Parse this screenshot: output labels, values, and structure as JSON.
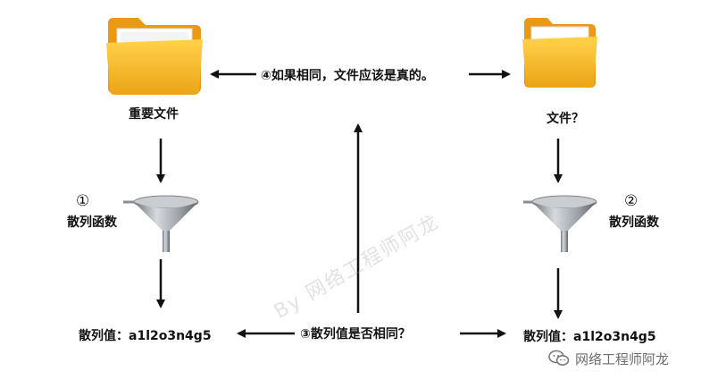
{
  "left": {
    "file_label": "重要文件",
    "step_number": "①",
    "hash_function_label": "散列函数",
    "hash_value_label": "散列值：a1l2o3n4g5"
  },
  "right": {
    "file_label": "文件？",
    "step_number": "②",
    "hash_function_label": "散列函数",
    "hash_value_label": "散列值：a1l2o3n4g5"
  },
  "compare_label": "③散列值是否相同？",
  "conclusion_label": "④如果相同，文件应该是真的。",
  "watermark": "By 网络工程师阿龙",
  "brand": {
    "icon": "wechat-icon",
    "name": "网络工程师阿龙"
  },
  "colors": {
    "folder_front": "#f3b323",
    "folder_back": "#e89a16",
    "funnel_metal": "#a9adb3",
    "arrow": "#111111"
  }
}
